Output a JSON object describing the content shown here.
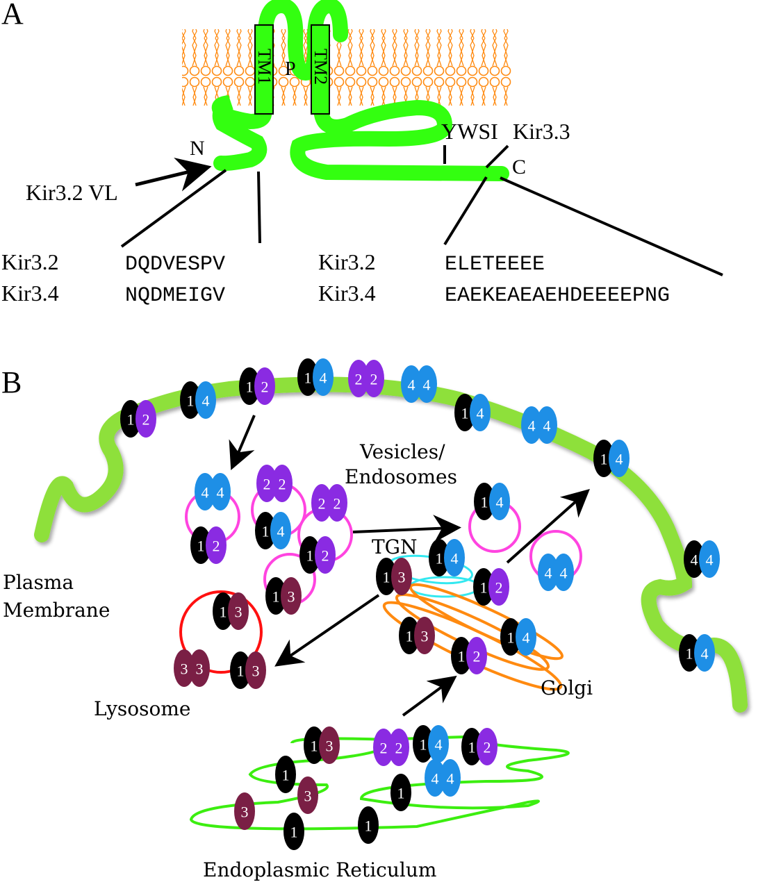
{
  "panel_a": {
    "label": "A",
    "tm1": "TM1",
    "tm2": "TM2",
    "pore": "P",
    "n_terminus": "N",
    "c_terminus": "C",
    "kir32_vl": "Kir3.2 VL",
    "ywsi_motif": "YWSI",
    "kir33": "Kir3.3",
    "n_term_alignment": {
      "rows": [
        {
          "name": "Kir3.2",
          "seq": "DQDVESPV"
        },
        {
          "name": "Kir3.4",
          "seq": "NQDMEIGV"
        }
      ]
    },
    "c_term_alignment": {
      "rows": [
        {
          "name": "Kir3.2",
          "seq": "ELETEEEE"
        },
        {
          "name": "Kir3.4",
          "seq": "EAEKEAEAEHDEEEEPNG"
        }
      ]
    }
  },
  "panel_b": {
    "label": "B",
    "regions": {
      "plasma_membrane_line1": "Plasma",
      "plasma_membrane_line2": "Membrane",
      "vesicles_line1": "Vesicles/",
      "vesicles_line2": "Endosomes",
      "tgn": "TGN",
      "golgi": "Golgi",
      "lysosome": "Lysosome",
      "er": "Endoplasmic Reticulum"
    },
    "subunit_colors": {
      "1": "#000000",
      "2": "#8a2be2",
      "3": "#7a1f45",
      "4": "#1e8fe6"
    },
    "membrane_color": "#8ee03a",
    "vesicle_color": "#ff44e0",
    "lysosome_color": "#ff1010",
    "tgn_color": "#33e8f0",
    "golgi_color": "#ff8a10",
    "er_color": "#3cee10",
    "complexes": {
      "plasma_membrane": [
        [
          "1",
          "2"
        ],
        [
          "1",
          "4"
        ],
        [
          "1",
          "2"
        ],
        [
          "1",
          "4"
        ],
        [
          "2",
          "2"
        ],
        [
          "4",
          "4"
        ],
        [
          "1",
          "4"
        ],
        [
          "4",
          "4"
        ],
        [
          "1",
          "4"
        ],
        [
          "4",
          "4"
        ],
        [
          "1",
          "4"
        ]
      ],
      "vesicles": [
        [
          "4",
          "4"
        ],
        [
          "1",
          "2"
        ],
        [
          "2",
          "2"
        ],
        [
          "1",
          "4"
        ],
        [
          "2",
          "2"
        ],
        [
          "1",
          "2"
        ],
        [
          "1",
          "3"
        ],
        [
          "1",
          "4"
        ],
        [
          "4",
          "4"
        ]
      ],
      "tgn": [
        [
          "1",
          "3"
        ],
        [
          "1",
          "4"
        ],
        [
          "1",
          "2"
        ]
      ],
      "golgi": [
        [
          "1",
          "3"
        ],
        [
          "1",
          "2"
        ],
        [
          "1",
          "4"
        ]
      ],
      "lysosome": [
        [
          "1",
          "3"
        ],
        [
          "3",
          "3"
        ],
        [
          "1",
          "3"
        ]
      ],
      "er": [
        [
          "1",
          "3"
        ],
        [
          "2",
          "2"
        ],
        [
          "1",
          "4"
        ],
        [
          "1",
          "2"
        ],
        [
          "4",
          "4"
        ],
        [
          "1"
        ],
        [
          "3"
        ],
        [
          "3"
        ],
        [
          "1"
        ],
        [
          "1"
        ],
        [
          "1"
        ]
      ]
    }
  }
}
